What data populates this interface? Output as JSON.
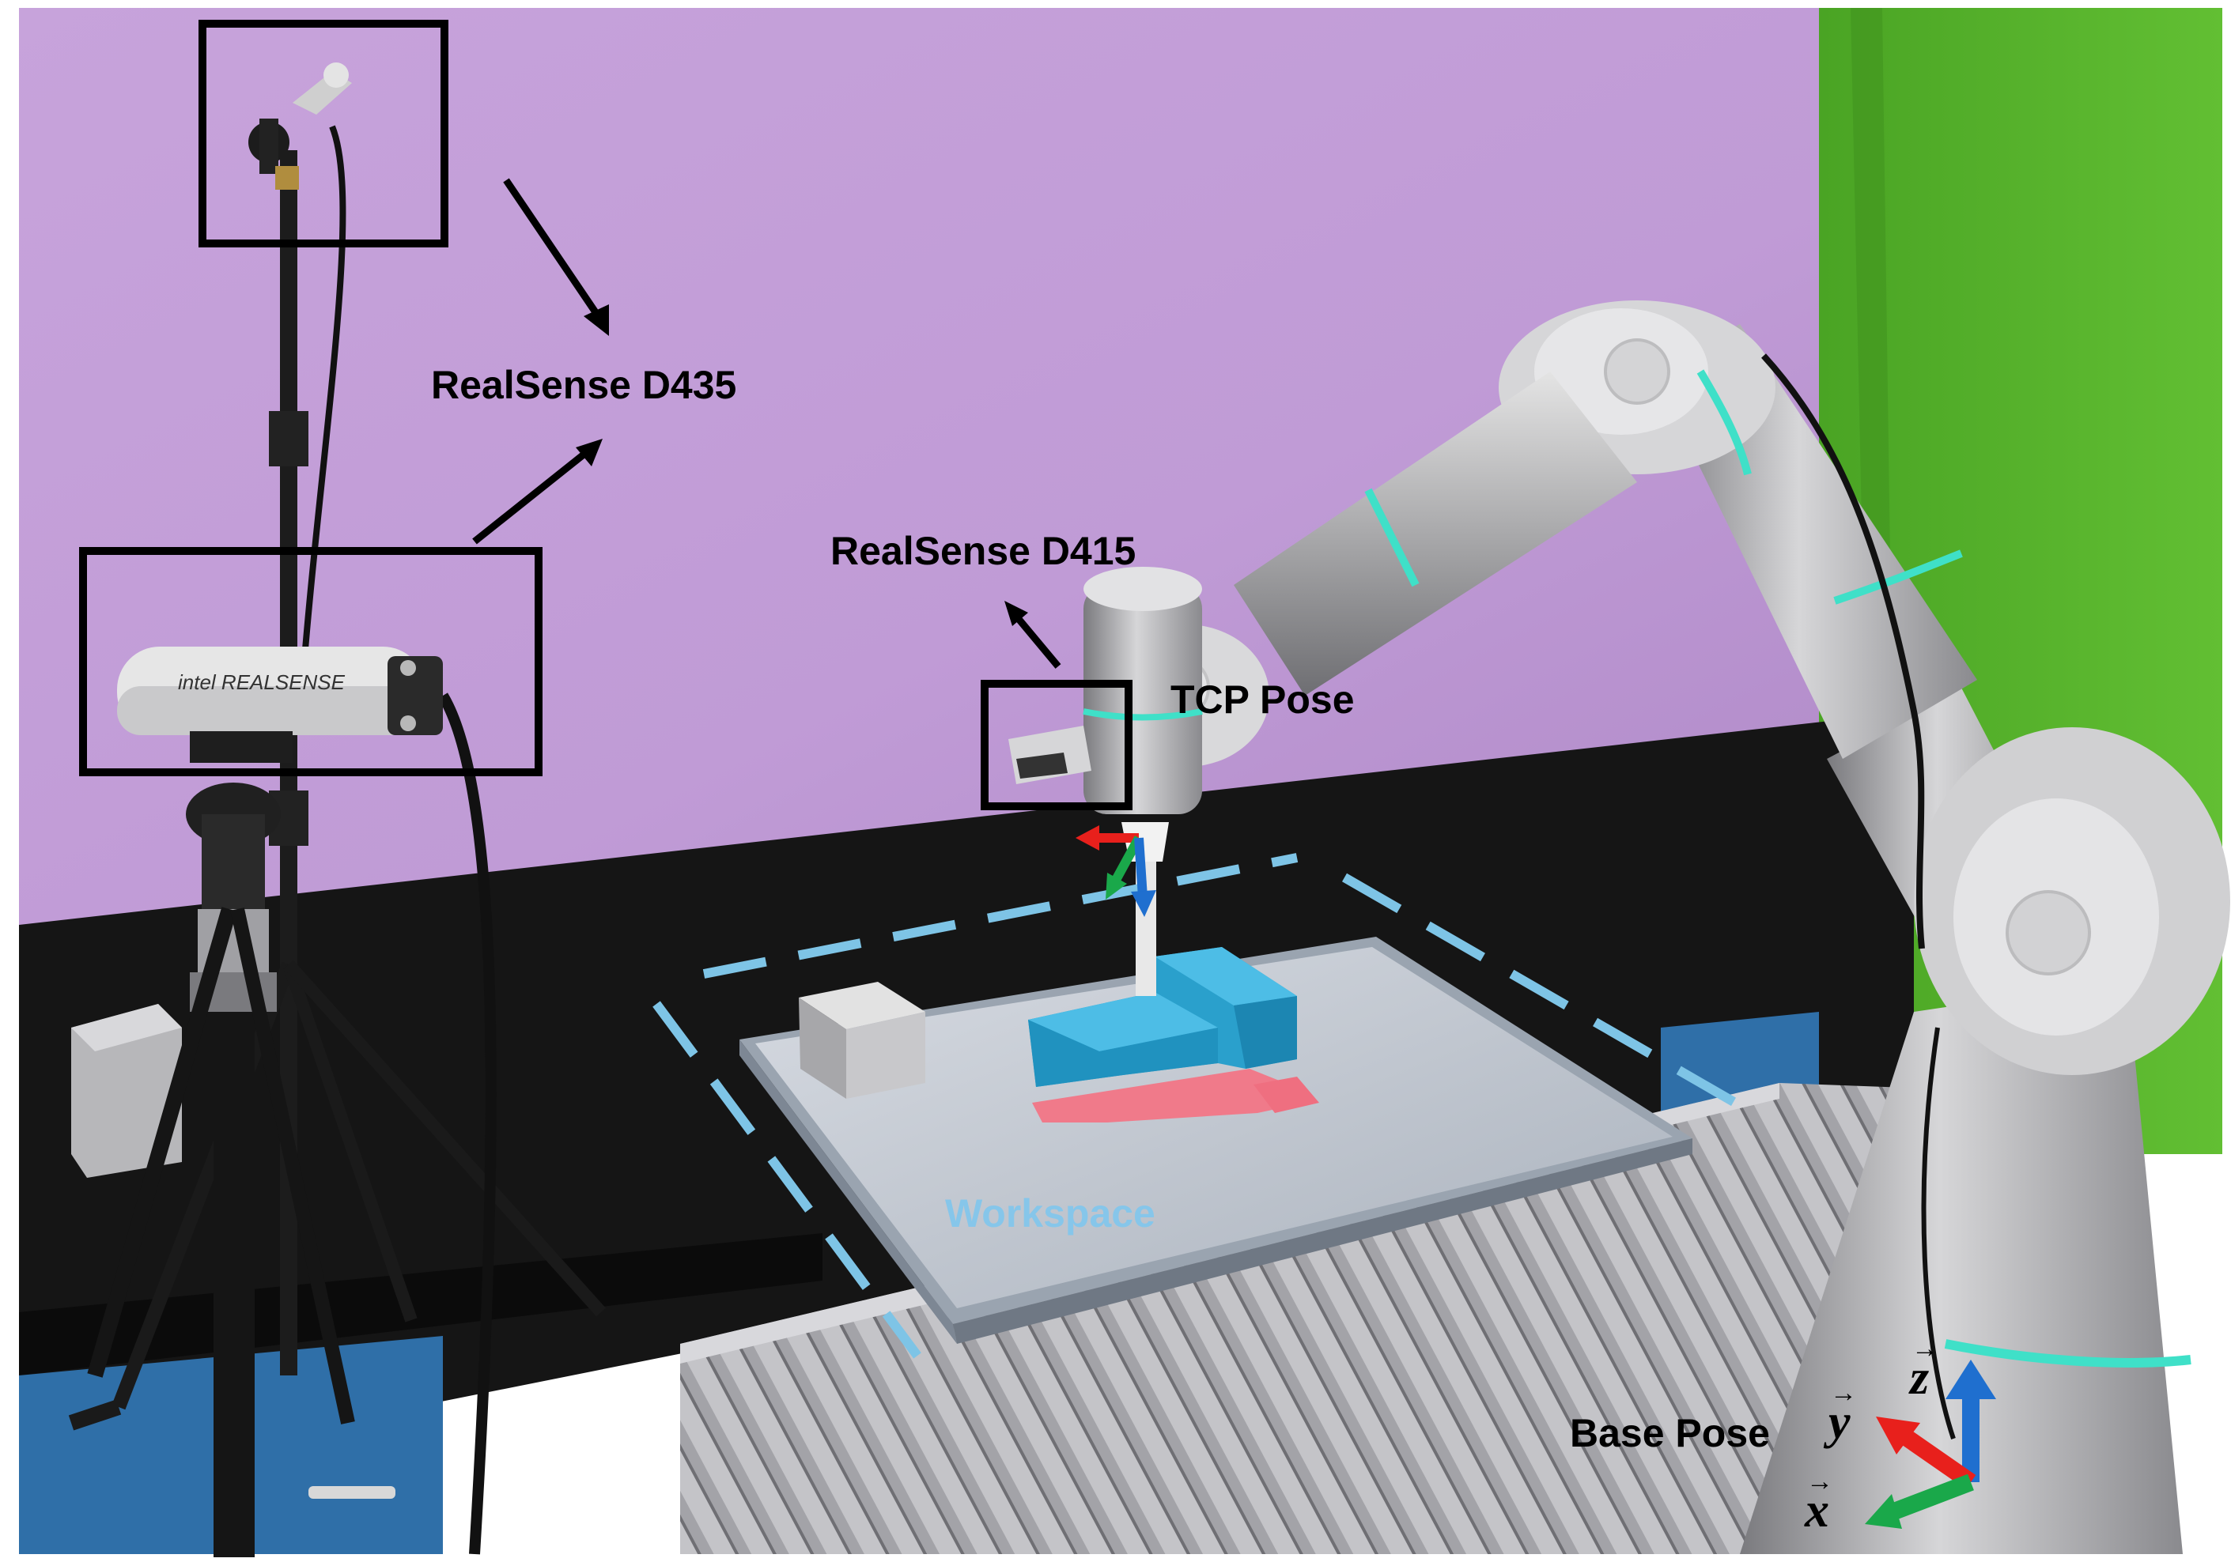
{
  "labels": {
    "d435": "RealSense D435",
    "d415": "RealSense D415",
    "tcp_pose": "TCP Pose",
    "workspace": "Workspace",
    "base_pose": "Base Pose",
    "camera_brand": "intel REALSENSE"
  },
  "axes": {
    "x": "x",
    "y": "y",
    "z": "z",
    "vector_mark": "→"
  },
  "colors": {
    "wall": "#c9a7dc",
    "green_screen": "#57b52c",
    "bench_top": "#161616",
    "cabinet_blue": "#2f6fa8",
    "workspace_dash": "#7ec4e6",
    "workspace_text": "#86c6ea",
    "block_blue": "#2fa6d2",
    "pink_target": "#f07a8a",
    "axis_red": "#e8201c",
    "axis_green": "#1aa84a",
    "axis_blue": "#1f6fcf",
    "annotation_box": "#000000"
  }
}
